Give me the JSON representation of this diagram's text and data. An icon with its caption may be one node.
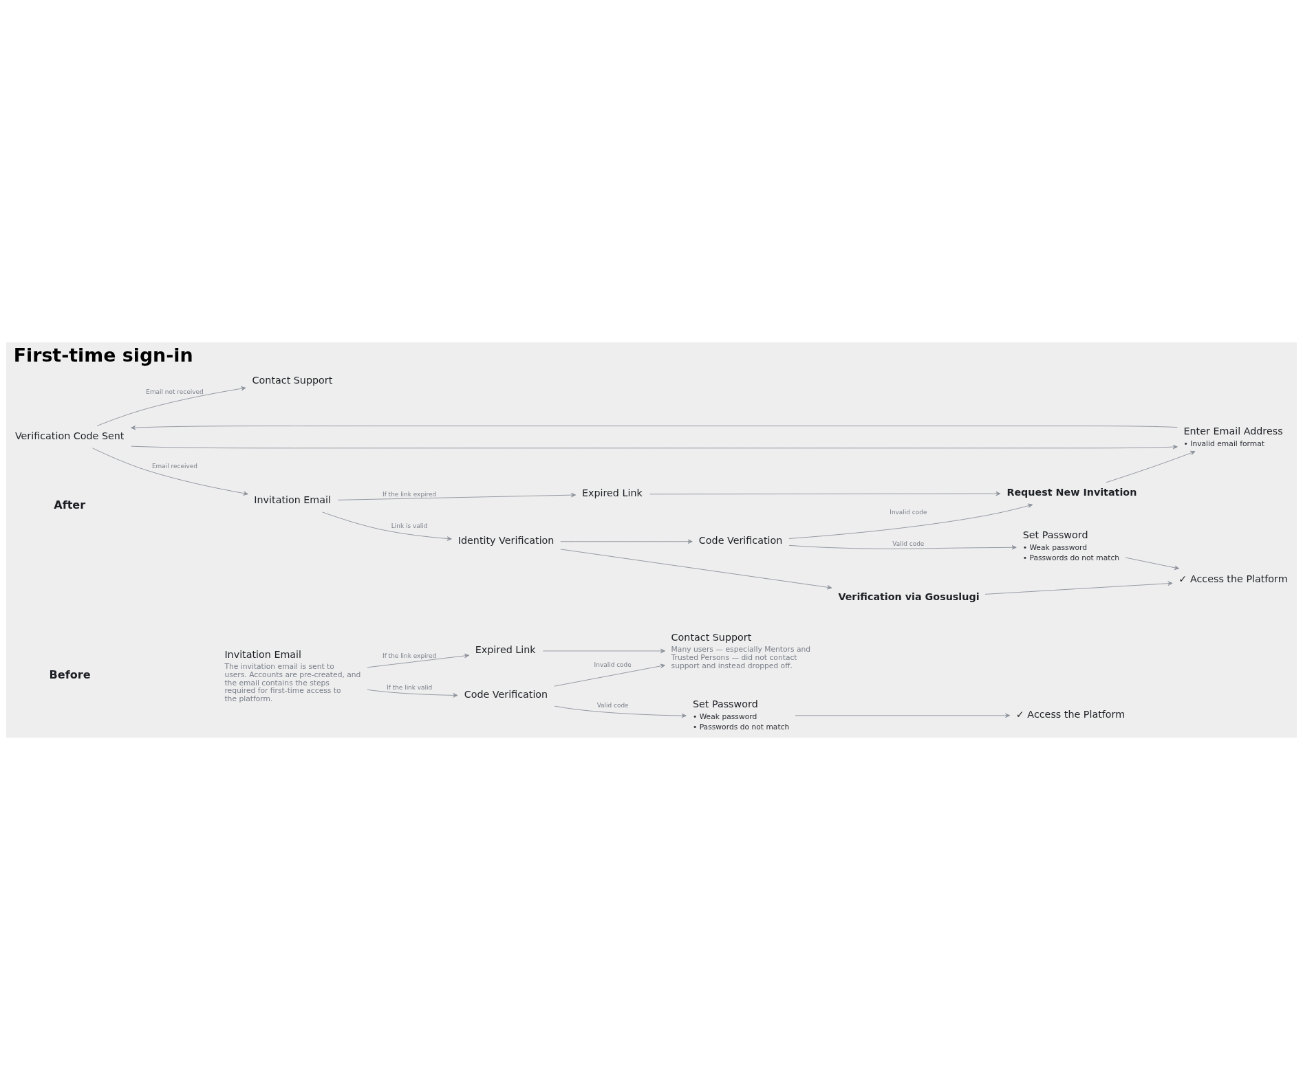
{
  "diagram": {
    "title": "First-time sign-in",
    "nodes": [
      {
        "text": [
          "Invitation Email"
        ],
        "beside": [
          "The invitation email is sent to users. Accounts are pre-created, and the email contains the steps required for first-time access to the platform."
        ]
      },
      {
        "text": [
          "Expired Link"
        ]
      },
      {
        "text": [
          "Contact Support"
        ],
        "beside": [
          "Many users — especially Mentors and Trusted Persons — did not contact support and instead dropped off."
        ]
      },
      {
        "text": [
          "Code Verification"
        ]
      },
      {
        "text": [
          "Set Password"
        ],
        "beside": [
          "• Weak password",
          "• Passwords do not match"
        ]
      },
      {
        "text": [
          "✓ Access the Platform"
        ]
      },
      {
        "text": [
          "Verification Code Sent"
        ]
      },
      {
        "text": [
          "Contact Support"
        ]
      },
      {
        "text": [
          "Enter Email Address"
        ],
        "beside": [
          "• Invalid email format"
        ]
      },
      {
        "text": [
          "Request New Invitation"
        ]
      },
      {
        "text": [
          "Invitation Email"
        ]
      },
      {
        "text": [
          "Expired Link"
        ]
      },
      {
        "text": [
          "Identity Verification"
        ]
      },
      {
        "text": [
          "Code Verification"
        ]
      },
      {
        "text": [
          "Set Password"
        ],
        "beside": [
          "• Weak password",
          "• Passwords do not match"
        ]
      },
      {
        "text": [
          "✓ Access the Platform"
        ]
      },
      {
        "text": [
          "Verification via Gosuslugi"
        ]
      }
    ],
    "edges": [
      {
        "from": 0,
        "to": 1,
        "arrow": "to",
        "label": "If the link expired"
      },
      {
        "from": 0,
        "to": 3,
        "arrow": "to",
        "label": "If the link valid"
      },
      {
        "from": 1,
        "to": 2,
        "arrow": "to"
      },
      {
        "from": 3,
        "to": 2,
        "arrow": "to",
        "label": "Invalid code"
      },
      {
        "from": 3,
        "to": 4,
        "arrow": "to",
        "label": "Valid code"
      },
      {
        "from": 4,
        "to": 5,
        "arrow": "to"
      },
      {
        "from": 6,
        "to": 10,
        "arrow": "to",
        "label": "Email received"
      },
      {
        "from": 6,
        "to": 7,
        "arrow": "to",
        "label": "Email not received"
      },
      {
        "from": 6,
        "to": 8,
        "arrow": "to"
      },
      {
        "from": 8,
        "to": 6,
        "arrow": "to"
      },
      {
        "from": 9,
        "to": 8,
        "arrow": "to"
      },
      {
        "from": 11,
        "to": 9,
        "arrow": "to"
      },
      {
        "from": 10,
        "to": 11,
        "arrow": "to",
        "label": "If the link expired"
      },
      {
        "from": 10,
        "to": 12,
        "arrow": "to",
        "label": "Link is valid"
      },
      {
        "from": 12,
        "to": 13,
        "arrow": "to"
      },
      {
        "from": 13,
        "to": 9,
        "arrow": "to",
        "label": "Invalid code"
      },
      {
        "from": 13,
        "to": 14,
        "arrow": "to",
        "label": "Valid code"
      },
      {
        "from": 14,
        "to": 15,
        "arrow": "to"
      },
      {
        "from": 12,
        "to": 16,
        "arrow": "to"
      },
      {
        "from": 16,
        "to": 15,
        "arrow": "to"
      }
    ],
    "labels": [
      "Before",
      "After"
    ]
  }
}
